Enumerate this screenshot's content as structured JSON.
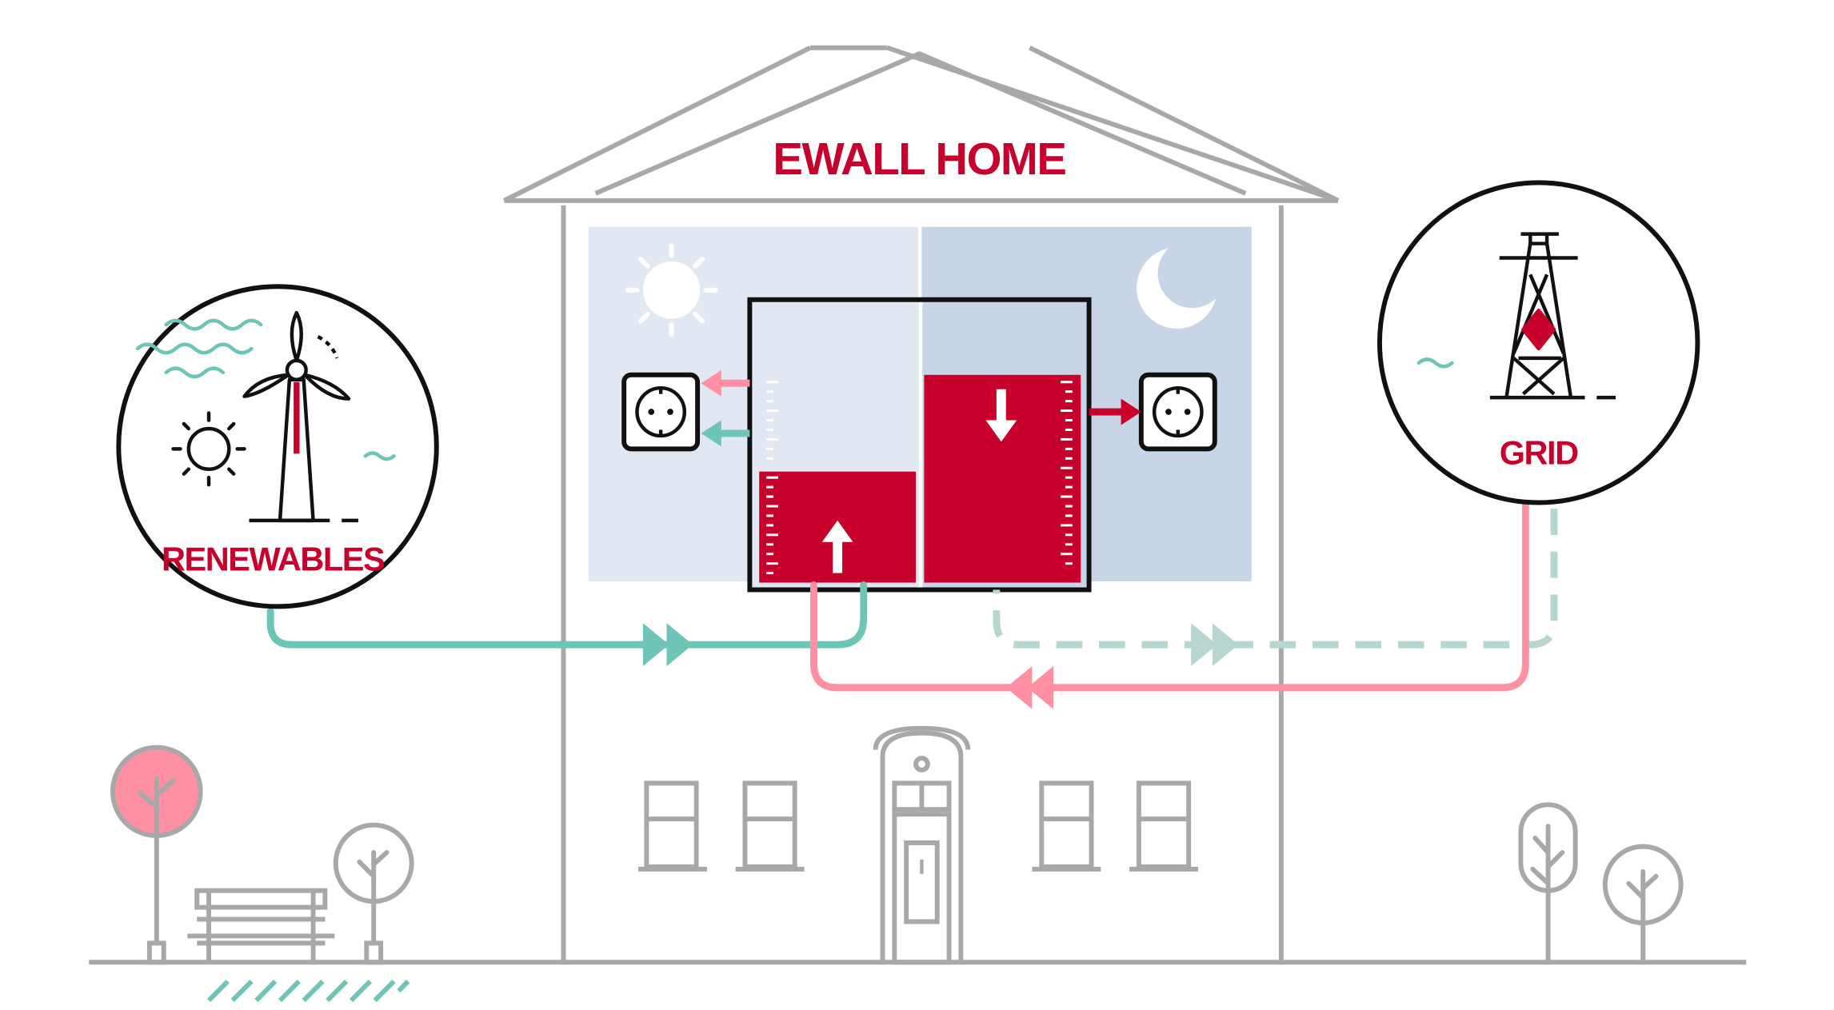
{
  "title": "EWALL HOME",
  "nodes": {
    "renewables": {
      "label": "RENEWABLES"
    },
    "grid": {
      "label": "GRID"
    }
  },
  "colors": {
    "brand_red": "#c8002c",
    "outline_gray": "#a8a8a8",
    "teal": "#6ec4b6",
    "teal_light": "#b6d6cf",
    "pink": "#ff8fa3",
    "day_panel": "#e2e8f1",
    "night_panel": "#c8d5e6"
  },
  "icons": [
    "sun-icon",
    "moon-icon",
    "wind-turbine-icon",
    "power-pylon-icon",
    "socket-icon",
    "arrow-up-icon",
    "arrow-down-icon",
    "tree-icon",
    "bench-icon",
    "door-icon",
    "window-icon"
  ]
}
